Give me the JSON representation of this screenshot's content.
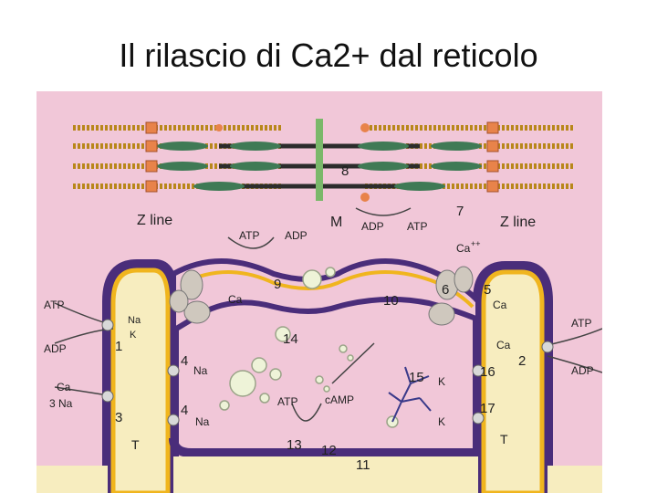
{
  "title": "Il rilascio di Ca2+ dal reticolo",
  "labels": {
    "z_line_left": "Z line",
    "z_line_right": "Z line",
    "m_line": "M",
    "t_left": "T",
    "t_right": "T",
    "atp": "ATP",
    "adp": "ADP",
    "camp": "cAMP",
    "ca_pp": "Ca",
    "na": "Na",
    "k": "K",
    "na3": "3 Na"
  },
  "numbers": [
    "1",
    "2",
    "3",
    "4",
    "4",
    "5",
    "6",
    "7",
    "8",
    "9",
    "10",
    "11",
    "12",
    "13",
    "14",
    "15",
    "16",
    "17"
  ],
  "colors": {
    "cytoplasm": "#f1c7d8",
    "ecf": "#f7edbf",
    "membrane_outer": "#4a2d7a",
    "membrane_inner": "#f0b51e",
    "filament_thick": "#3f7a55",
    "filament_thin": "#c89a18",
    "z_disc": "#e8834a"
  }
}
